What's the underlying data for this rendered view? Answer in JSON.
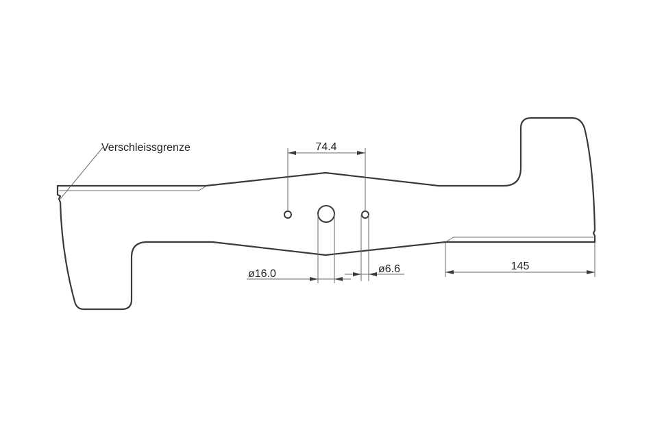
{
  "drawing": {
    "type": "technical-drawing",
    "subject": "lawn mower blade",
    "background": "#ffffff",
    "line_color": "#3a3a3a",
    "labels": {
      "wear_limit": "Verschleissgrenze"
    },
    "dimensions": {
      "hole_spacing": "74.4",
      "center_hole_diameter": "ø16.0",
      "side_hole_diameter": "ø6.6",
      "cutting_edge_length": "145"
    }
  }
}
